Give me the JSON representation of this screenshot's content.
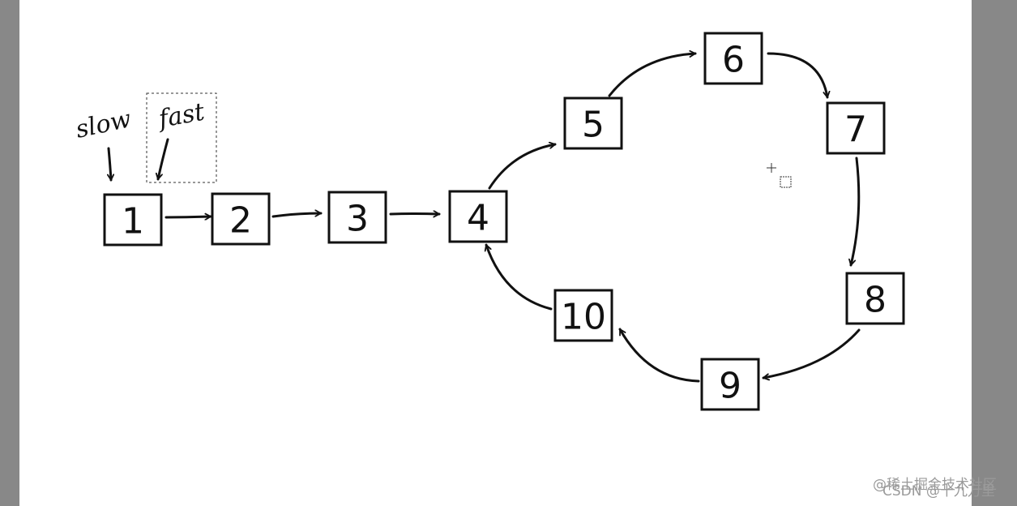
{
  "diagram": {
    "nodes": [
      {
        "id": "1",
        "label": "1"
      },
      {
        "id": "2",
        "label": "2"
      },
      {
        "id": "3",
        "label": "3"
      },
      {
        "id": "4",
        "label": "4"
      },
      {
        "id": "5",
        "label": "5"
      },
      {
        "id": "6",
        "label": "6"
      },
      {
        "id": "7",
        "label": "7"
      },
      {
        "id": "8",
        "label": "8"
      },
      {
        "id": "9",
        "label": "9"
      },
      {
        "id": "10",
        "label": "10"
      }
    ],
    "edges": [
      {
        "from": "1",
        "to": "2"
      },
      {
        "from": "2",
        "to": "3"
      },
      {
        "from": "3",
        "to": "4"
      },
      {
        "from": "4",
        "to": "5"
      },
      {
        "from": "5",
        "to": "6"
      },
      {
        "from": "6",
        "to": "7"
      },
      {
        "from": "7",
        "to": "8"
      },
      {
        "from": "8",
        "to": "9"
      },
      {
        "from": "9",
        "to": "10"
      },
      {
        "from": "10",
        "to": "4"
      }
    ],
    "pointers": {
      "slow": {
        "label": "slow",
        "target": "1"
      },
      "fast": {
        "label": "fast",
        "target": "2"
      }
    }
  },
  "watermark": {
    "line1": "@稀土掘金技术社区",
    "line2": "CSDN @十九万里"
  }
}
